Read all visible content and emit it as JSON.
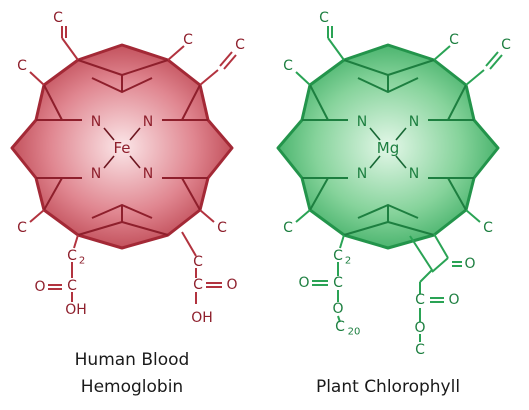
{
  "colors": {
    "hemoglobin": "#b2333f",
    "hemoglobin_fill_center": "#fbe3e6",
    "chlorophyll": "#2aa355",
    "chlorophyll_fill_center": "#d9f3e0",
    "caption_text": "#1a1a1a"
  },
  "hemoglobin": {
    "metal": "Fe",
    "nitrogen": "N",
    "carbon": "C",
    "oxygen": "O",
    "hydroxyl": "OH",
    "subscript_c2": "2",
    "caption_line1": "Human Blood",
    "caption_line2": "Hemoglobin"
  },
  "chlorophyll": {
    "metal": "Mg",
    "nitrogen": "N",
    "carbon": "C",
    "oxygen": "O",
    "subscript_c2": "2",
    "subscript_c20": "20",
    "caption_line1": "Plant Chlorophyll"
  }
}
